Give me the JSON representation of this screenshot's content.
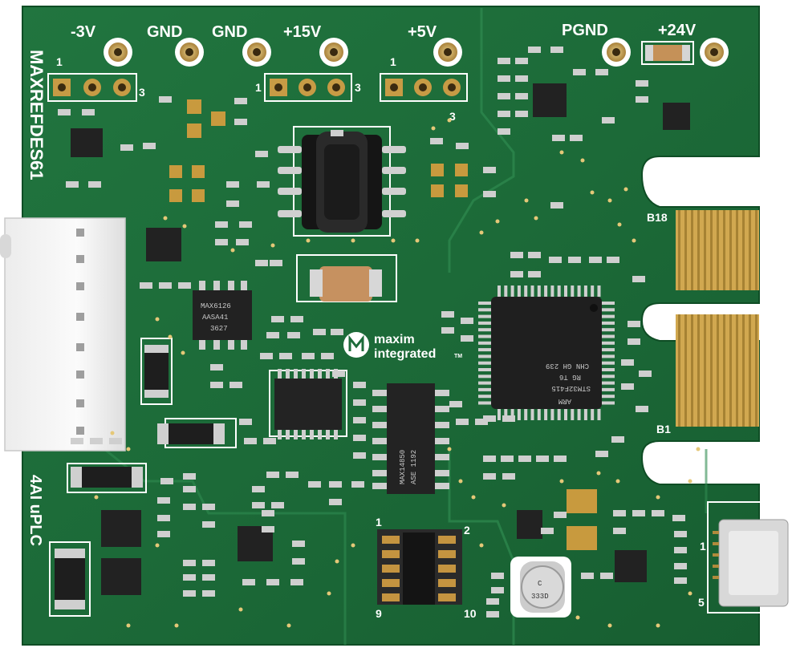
{
  "board": {
    "name": "MAXREFDES61",
    "subtitle": "4AI uPLC",
    "colors": {
      "background": "#ffffff",
      "pcb": "#1d6b3a",
      "pcb_light": "#2c8a4e",
      "copper_gold": "#c8a04a",
      "chip": "#2a2a2a",
      "silkscreen": "#ffffff"
    }
  },
  "power_labels": {
    "neg3v": "-3V",
    "gnd1": "GND",
    "gnd2": "GND",
    "pos15v": "+15V",
    "pos5v": "+5V",
    "pgnd": "PGND",
    "pos24v": "+24V"
  },
  "pin_labels": {
    "h1_pin1": "1",
    "h1_pin3": "3",
    "h2_pin1": "1",
    "h2_pin3": "3",
    "h3_pin1": "1",
    "h3_pin3": "3",
    "edge_b18": "B18",
    "edge_b1": "B1",
    "jtag_pin1": "1",
    "jtag_pin2": "2",
    "jtag_pin9": "9",
    "jtag_pin10": "10",
    "usb_pin1": "1",
    "usb_pin5": "5"
  },
  "chips": {
    "mcu_line1": "ARM",
    "mcu_line2": "STM32F415",
    "mcu_line3": "RG T6",
    "mcu_line4": "CHN GH 239",
    "max6126": "MAX6126",
    "max6126_line2": "AASA41",
    "max6126_line3": "3627",
    "max14850": "MAX14850",
    "max14850_line2": "ASE 1192",
    "inductor_label": "C",
    "inductor_value": "333D"
  },
  "logo": {
    "brand_line1": "maxim",
    "brand_line2": "integrated",
    "trademark": "TM"
  },
  "icons": {
    "logo_mark": "maxim-logo-icon",
    "usb": "micro-usb-connector-icon",
    "terminal_block": "terminal-block-icon"
  }
}
